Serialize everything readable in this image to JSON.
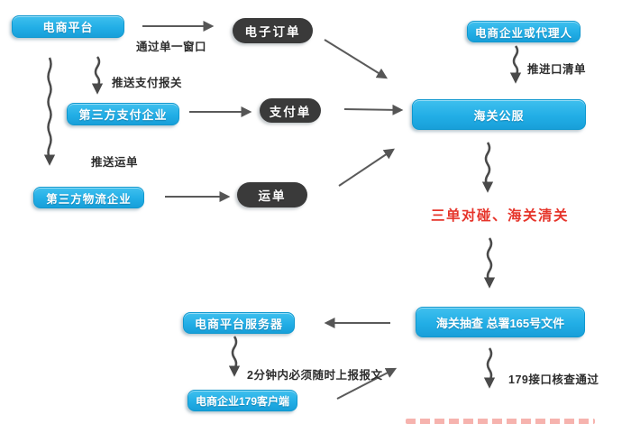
{
  "nodes": {
    "ecommerce_platform": "电商平台",
    "electronic_order": "电子订单",
    "ecom_enterprise_or_agent": "电商企业或代理人",
    "third_party_payment": "第三方支付企业",
    "payment_slip": "支付单",
    "customs_public_service": "海关公服",
    "third_party_logistics": "第三方物流企业",
    "waybill": "运单",
    "customs_inspection": "海关抽查 总署165号文件",
    "platform_server": "电商平台服务器",
    "enterprise_179_client": "电商企业179客户端"
  },
  "edge_labels": {
    "via_single_window": "通过单一窗口",
    "push_payment_declaration": "推送支付报关",
    "push_import_list": "推进口清单",
    "push_waybill": "推送运单",
    "report_within_2_minutes": "2分钟内必须随时上报报文",
    "interface_179_check_passed": "179接口核查通过"
  },
  "highlight": {
    "three_orders_matching": "三单对碰、海关清关"
  },
  "colors": {
    "node_blue": "#22aee6",
    "node_dark": "#3a3a3a",
    "arrow_gray": "#555555",
    "highlight_red": "#e6352b",
    "label_text": "#2d2d2d",
    "background": "#ffffff"
  }
}
